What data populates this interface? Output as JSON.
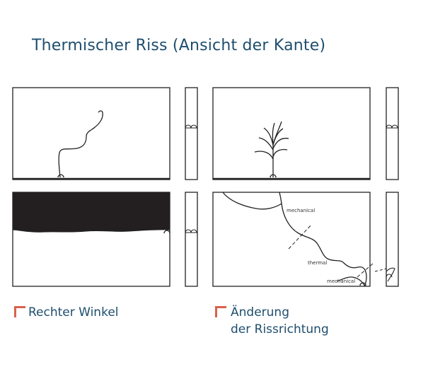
{
  "title": "Thermischer Riss (Ansicht der Kante)",
  "diagram_labels": {
    "mechanical_top": "mechanical",
    "thermal": "thermal",
    "mechanical_bottom": "mechanical"
  },
  "legend": {
    "right_angle": "Rechter Winkel",
    "direction_change_line1": "Änderung",
    "direction_change_line2": "der Rissrichtung"
  },
  "colors": {
    "title": "#1e4e6e",
    "legend_marker": "#d9614c",
    "dark_band": "#231f20"
  }
}
